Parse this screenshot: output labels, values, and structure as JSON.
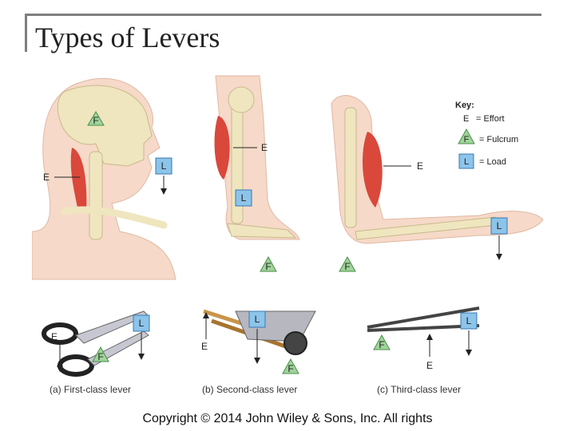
{
  "slide": {
    "title": "Types of Levers",
    "copyright": "Copyright © 2014 John Wiley & Sons, Inc. All rights"
  },
  "labels": {
    "effort": "E",
    "fulcrum": "F",
    "load": "L"
  },
  "key": {
    "title": "Key:",
    "items": [
      {
        "symbol": "E",
        "text": "= Effort"
      },
      {
        "symbol": "F",
        "text": "= Fulcrum"
      },
      {
        "symbol": "L",
        "text": "= Load"
      }
    ]
  },
  "captions": {
    "first": "(a) First-class lever",
    "second": "(b) Second-class lever",
    "third": "(c) Third-class lever"
  },
  "colors": {
    "fulcrum_fill": "#9fd49a",
    "fulcrum_stroke": "#4a8f4a",
    "load_fill": "#8cc4ea",
    "load_stroke": "#3a78b0",
    "muscle": "#d9483b",
    "bone": "#efe6bf",
    "skin": "#f6d9c8"
  }
}
